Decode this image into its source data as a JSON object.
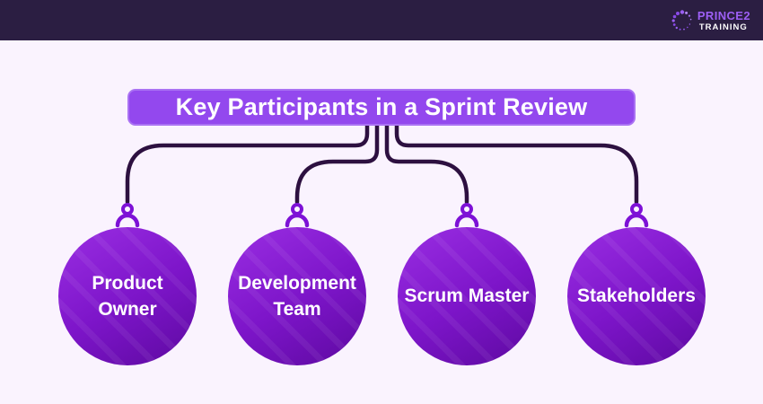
{
  "header": {
    "logo": {
      "brand": "PRINCE2",
      "subtitle": "TRAINING"
    }
  },
  "diagram": {
    "title": "Key Participants in a Sprint Review",
    "participants": [
      {
        "label": "Product\nOwner"
      },
      {
        "label": "Development\nTeam"
      },
      {
        "label": "Scrum Master"
      },
      {
        "label": "Stakeholders"
      }
    ]
  },
  "colors": {
    "header_bar": "#2b1e42",
    "background": "#faf3fe",
    "title_banner": "#9348ee",
    "title_banner_border": "#aa72f3",
    "connector_line": "#2d1040",
    "hanger": "#7d11d6",
    "node_gradient_top": "#9a2ee3",
    "node_gradient_bottom": "#5d09a0",
    "brand_text": "#9d5ff5",
    "label_text": "#ffffff"
  }
}
